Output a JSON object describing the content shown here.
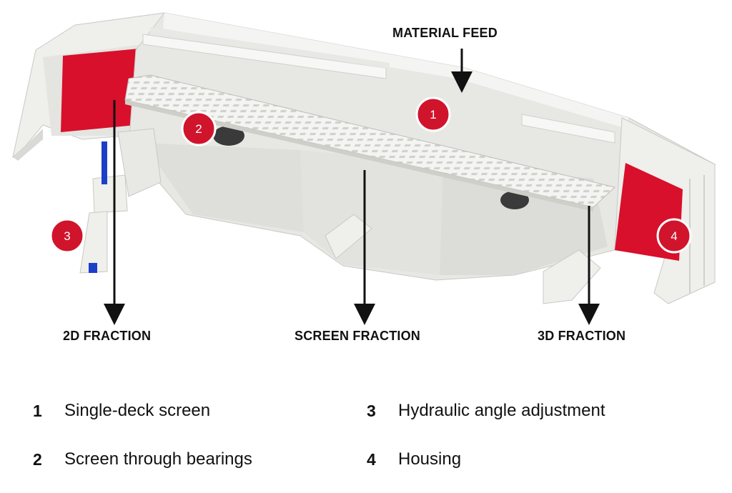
{
  "callouts": {
    "material_feed": "MATERIAL FEED",
    "fraction_2d": "2D FRACTION",
    "screen_fraction": "SCREEN FRACTION",
    "fraction_3d": "3D FRACTION"
  },
  "badges": [
    "1",
    "2",
    "3",
    "4"
  ],
  "legend": [
    {
      "num": "1",
      "text": "Single-deck screen"
    },
    {
      "num": "3",
      "text": "Hydraulic angle adjustment"
    },
    {
      "num": "2",
      "text": "Screen through bearings"
    },
    {
      "num": "4",
      "text": "Housing"
    }
  ],
  "colors": {
    "housing": "#efefec",
    "housing_shade": "#d9d9d5",
    "panel_red": "#d8102b",
    "badge_red": "#d0142c",
    "screen_deck": "#f3f3f1",
    "hydraulic_blue": "#1c3fc9"
  }
}
